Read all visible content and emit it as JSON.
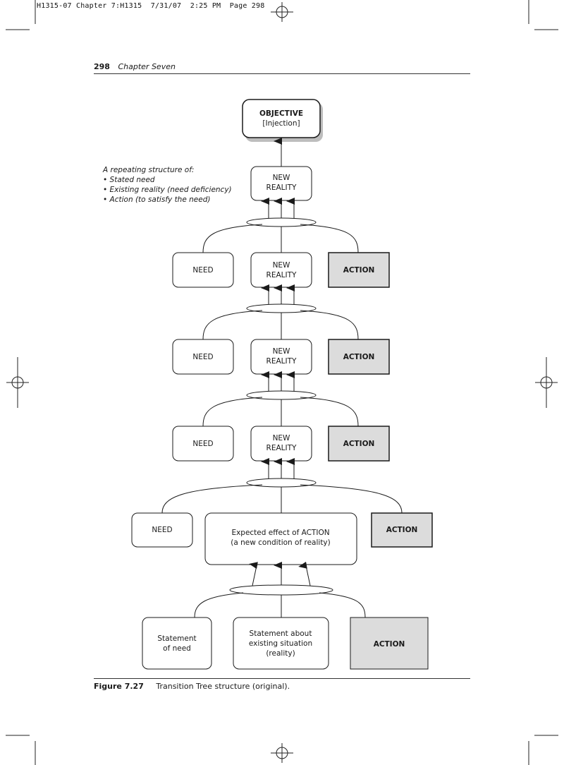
{
  "slug": "H1315-07 Chapter 7:H1315  7/31/07  2:25 PM  Page 298",
  "running_head": {
    "page": "298",
    "chapter": "Chapter Seven"
  },
  "objective": {
    "line1": "OBJECTIVE",
    "line2": "[Injection]"
  },
  "note": {
    "title": "A repeating structure of:",
    "items": [
      "• Stated need",
      "• Existing reality (need deficiency)",
      "• Action (to satisfy the need)"
    ]
  },
  "top_reality": {
    "line1": "NEW",
    "line2": "REALITY"
  },
  "levels": [
    {
      "need": "NEED",
      "reality_line1": "NEW",
      "reality_line2": "REALITY",
      "action": "ACTION"
    },
    {
      "need": "NEED",
      "reality_line1": "NEW",
      "reality_line2": "REALITY",
      "action": "ACTION"
    },
    {
      "need": "NEED",
      "reality_line1": "NEW",
      "reality_line2": "REALITY",
      "action": "ACTION"
    }
  ],
  "effect_level": {
    "need": "NEED",
    "effect_line1": "Expected effect of ACTION",
    "effect_line2": "(a new condition of reality)",
    "action": "ACTION"
  },
  "base_level": {
    "need_line1": "Statement",
    "need_line2": "of need",
    "situation_line1": "Statement about",
    "situation_line2": "existing situation",
    "situation_line3": "(reality)",
    "action": "ACTION"
  },
  "caption": {
    "label": "Figure 7.27",
    "text": "Transition Tree structure (original)."
  }
}
